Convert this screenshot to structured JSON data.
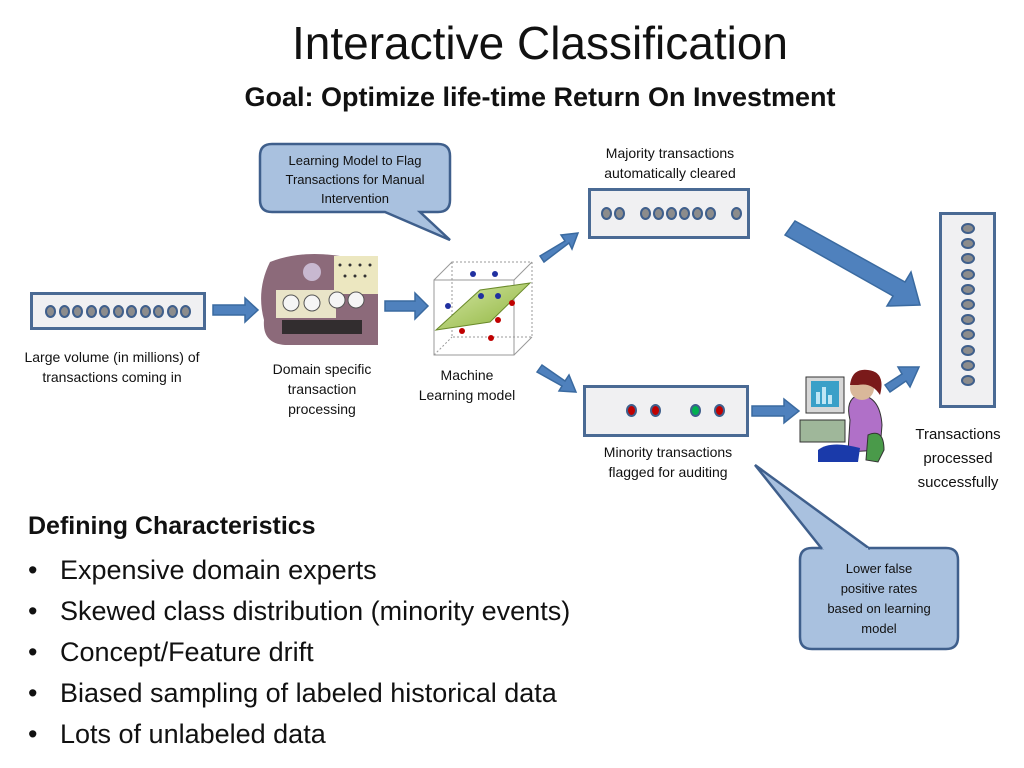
{
  "title": "Interactive Classification",
  "subtitle": "Goal: Optimize life-time Return On Investment",
  "diagram": {
    "incoming": {
      "label": "Large volume (in millions) of transactions coming in",
      "dot_count": 11
    },
    "processing": {
      "label_lines": [
        "Domain specific",
        "transaction",
        "processing"
      ],
      "icon": "computer-console-icon"
    },
    "model": {
      "label_lines": [
        "Machine",
        "Learning model"
      ],
      "icon": "3d-hyperplane-icon"
    },
    "callout_top": {
      "text_lines": [
        "Learning Model to Flag",
        "Transactions for Manual",
        "Intervention"
      ]
    },
    "majority": {
      "label_lines": [
        "Majority transactions",
        "automatically cleared"
      ],
      "dot_groups": [
        2,
        6,
        1
      ]
    },
    "minority": {
      "label_lines": [
        "Minority transactions",
        "flagged for auditing"
      ],
      "dots": [
        "red",
        "red",
        "green",
        "red"
      ]
    },
    "auditor": {
      "icon": "auditor-at-computer-icon"
    },
    "processed": {
      "label_lines": [
        "Transactions",
        "processed",
        "successfully"
      ],
      "dot_count": 11
    },
    "callout_bottom": {
      "text_lines": [
        "Lower false",
        "positive rates",
        "based on learning",
        "model"
      ]
    },
    "colors": {
      "arrow": "#4f81bd",
      "box_border": "#4a6a94",
      "callout_fill": "#a9c1df",
      "dot_red": "#c00000",
      "dot_green": "#00b050",
      "dot_blue": "#2030a0"
    }
  },
  "characteristics": {
    "heading": "Defining Characteristics",
    "items": [
      "Expensive domain experts",
      "Skewed class distribution (minority events)",
      "Concept/Feature drift",
      "Biased sampling of labeled historical data",
      "Lots of unlabeled data"
    ]
  }
}
